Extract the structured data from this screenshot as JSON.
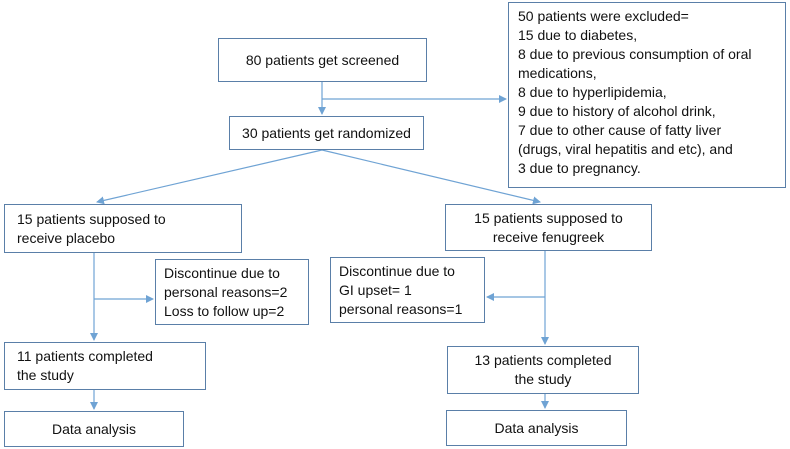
{
  "colors": {
    "border": "#5a7fa8",
    "arrow": "#6fa3d4",
    "text": "#111111",
    "background": "#ffffff"
  },
  "boxes": {
    "screened": {
      "lines": [
        "80 patients get screened"
      ]
    },
    "randomized": {
      "lines": [
        "30 patients get randomized"
      ]
    },
    "excluded": {
      "lines": [
        "50 patients were excluded=",
        "15 due to diabetes,",
        "8 due to previous consumption of oral",
        "medications,",
        "8 due to hyperlipidemia,",
        "9 due to history of alcohol drink,",
        "7 due to other cause of fatty liver",
        "(drugs, viral hepatitis and etc), and",
        "3 due to pregnancy."
      ]
    },
    "placebo": {
      "lines": [
        "15 patients supposed to",
        "receive placebo"
      ]
    },
    "fenugreek": {
      "lines": [
        "15 patients supposed to",
        "receive fenugreek"
      ]
    },
    "discontinue_placebo": {
      "lines": [
        "Discontinue due to",
        "personal reasons=2",
        "Loss to follow up=2"
      ]
    },
    "discontinue_fenugreek": {
      "lines": [
        "Discontinue due to",
        "GI upset= 1",
        "personal reasons=1"
      ]
    },
    "completed_placebo": {
      "lines": [
        "11 patients completed",
        "the study"
      ]
    },
    "completed_fenugreek": {
      "lines": [
        "13 patients completed",
        "the study"
      ]
    },
    "analysis_placebo": {
      "lines": [
        "Data analysis"
      ]
    },
    "analysis_fenugreek": {
      "lines": [
        "Data analysis"
      ]
    }
  }
}
